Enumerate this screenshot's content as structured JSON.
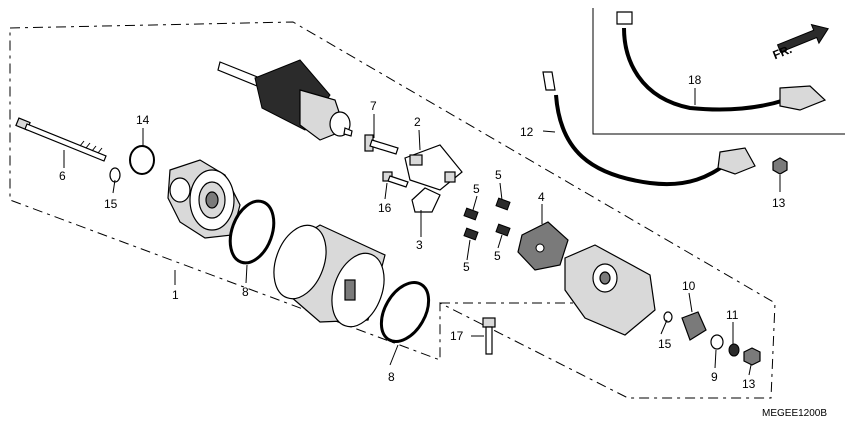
{
  "diagram": {
    "code": "MEGEE1200B",
    "direction_label": "FR.",
    "callouts": {
      "p1": "1",
      "p2": "2",
      "p3": "3",
      "p4": "4",
      "p5a": "5",
      "p5b": "5",
      "p5c": "5",
      "p5d": "5",
      "p6": "6",
      "p7": "7",
      "p8a": "8",
      "p8b": "8",
      "p9": "9",
      "p10": "10",
      "p11": "11",
      "p12": "12",
      "p13a": "13",
      "p13b": "13",
      "p14": "14",
      "p15a": "15",
      "p15b": "15",
      "p16": "16",
      "p17": "17",
      "p18": "18"
    }
  }
}
